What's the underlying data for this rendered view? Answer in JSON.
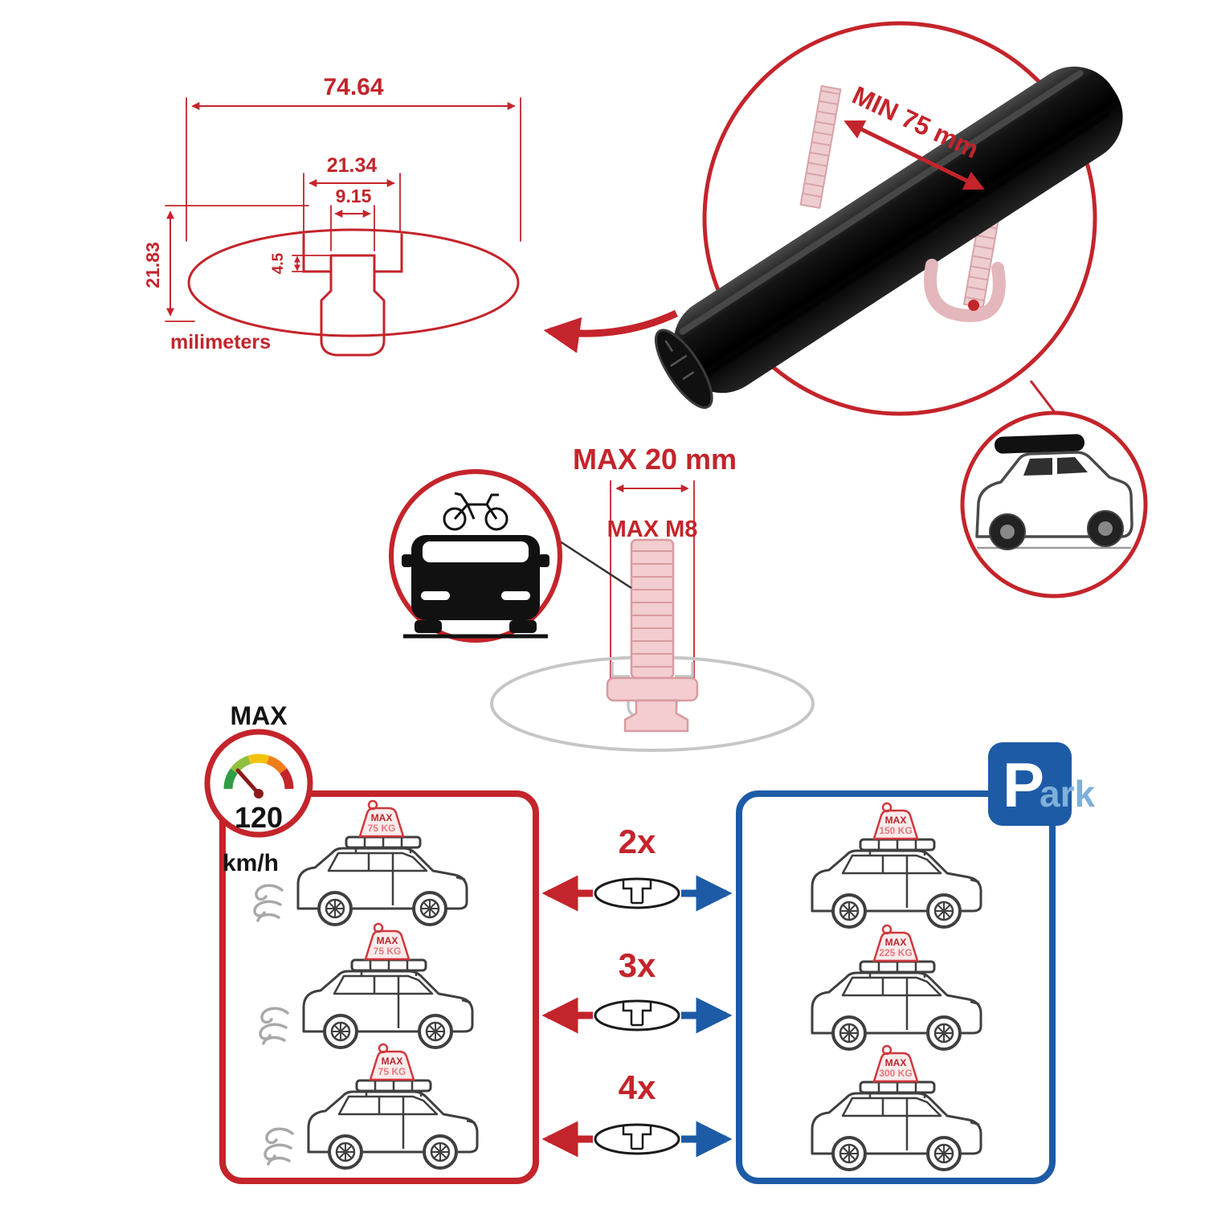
{
  "colors": {
    "red": "#c4242b",
    "blue": "#1d5ba6",
    "pink_part": "#eecdd0",
    "ghost_gray": "#c6c6c6",
    "park_light_blue": "#7fb0d8"
  },
  "dimension_drawing": {
    "total_width": "74.64",
    "slot_outer_width": "21.34",
    "slot_inner_width": "9.15",
    "step_height": "4.5",
    "total_height": "21.83",
    "units": "milimeters"
  },
  "crossbar_detail": {
    "min_label": "MIN 75 mm"
  },
  "bolt": {
    "max_width": "MAX 20 mm",
    "max_thread": "MAX M8"
  },
  "speedometer": {
    "title": "MAX",
    "value": "120",
    "unit": "km/h"
  },
  "park_sign": {
    "initial": "P",
    "rest": "ark"
  },
  "rows": [
    {
      "qty": "2x"
    },
    {
      "qty": "3x"
    },
    {
      "qty": "4x"
    }
  ],
  "driving_cars": [
    {
      "tag_top": "MAX",
      "tag_value": "75 KG"
    },
    {
      "tag_top": "MAX",
      "tag_value": "75 KG"
    },
    {
      "tag_top": "MAX",
      "tag_value": "75 KG"
    }
  ],
  "parked_cars": [
    {
      "tag_top": "MAX",
      "tag_value": "150 KG"
    },
    {
      "tag_top": "MAX",
      "tag_value": "225 KG"
    },
    {
      "tag_top": "MAX",
      "tag_value": "300 KG"
    }
  ]
}
